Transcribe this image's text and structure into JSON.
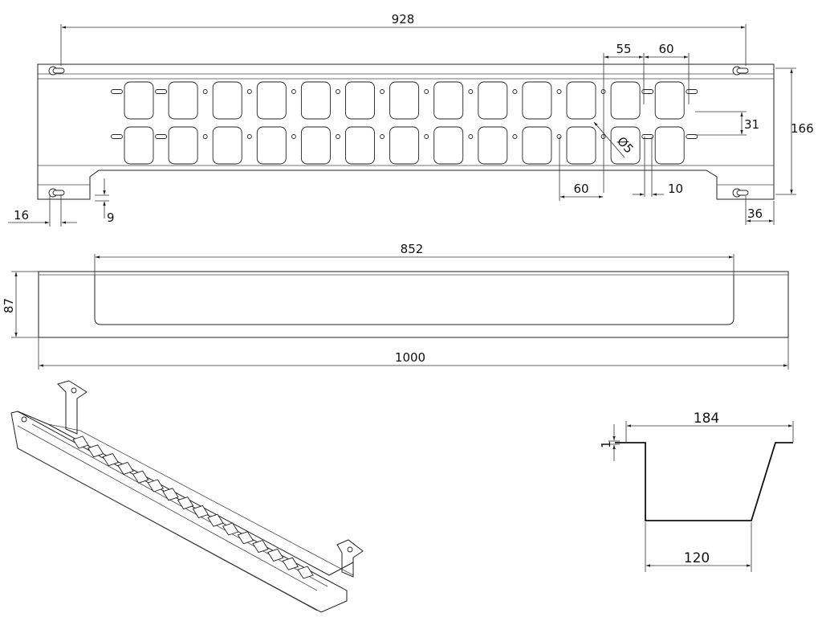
{
  "front_view": {
    "dims": {
      "overall_mount": "928",
      "slot_spacing_top": "55",
      "pitch_top": "60",
      "row_gap": "31",
      "height": "166",
      "pitch_bottom": "60",
      "slot_width": "10",
      "hole_dia": "Ø5",
      "hole_offset": "16",
      "lip": "9",
      "edge_offset": "36"
    },
    "cutout_columns": 13,
    "cutout_rows": 2
  },
  "top_view": {
    "dims": {
      "inner_length": "852",
      "depth": "87",
      "overall_length": "1000"
    }
  },
  "section_view": {
    "dims": {
      "top_width": "184",
      "flange": "1",
      "bottom_width": "120"
    }
  },
  "isometric_view": {
    "slots": 16
  }
}
